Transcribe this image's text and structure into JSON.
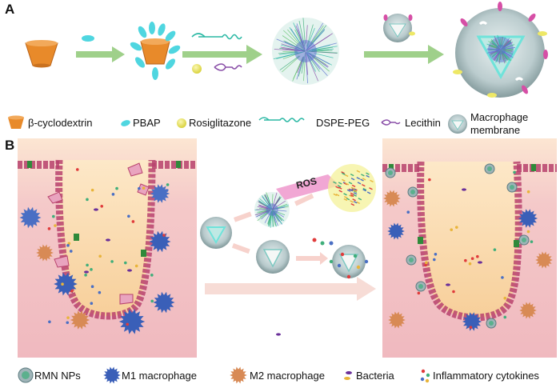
{
  "panels": {
    "a_label": "A",
    "b_label": "B"
  },
  "legend_a": {
    "cyclodextrin": "β-cyclodextrin",
    "pbap": "PBAP",
    "rosiglitazone": "Rosiglitazone",
    "dspe_peg": "DSPE-PEG",
    "lecithin": "Lecithin",
    "macrophage_membrane_line1": "Macrophage",
    "macrophage_membrane_line2": "membrane"
  },
  "ros_label": "ROS",
  "legend_b": {
    "rmn_nps": "RMN NPs",
    "m1_macrophage": "M1 macrophage",
    "m2_macrophage": "M2 macrophage",
    "bacteria": "Bacteria",
    "inflammatory_cytokines": "Inflammatory cytokines"
  },
  "colors": {
    "arrow_green": "#9fd08a",
    "cyclodextrin_orange": "#e88a2a",
    "pbap_cyan": "#4fd6e0",
    "rosiglitazone_yellow": "#eee866",
    "tissue_pink": "#f2c4c8",
    "lumen_peach": "#fbe3c6",
    "m1_blue": "#3a5fb8",
    "m2_orange": "#d88a55",
    "membrane_gray": "#9fb4b8"
  }
}
